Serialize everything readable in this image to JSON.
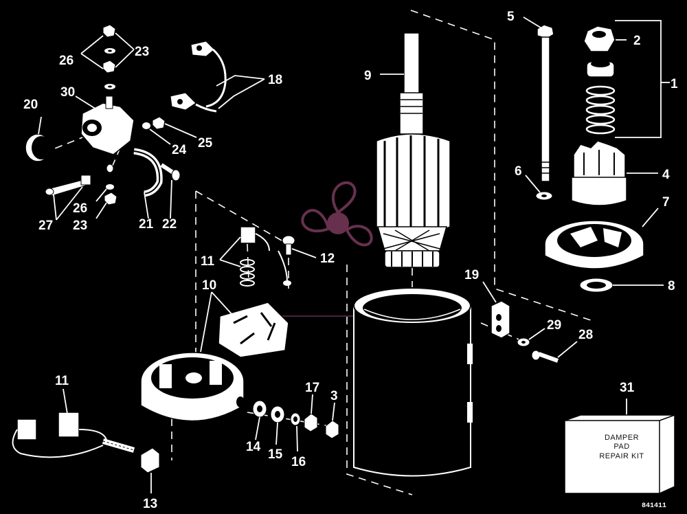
{
  "callouts": [
    "1",
    "2",
    "3",
    "4",
    "5",
    "6",
    "7",
    "8",
    "9",
    "10",
    "11",
    "11",
    "12",
    "13",
    "14",
    "15",
    "16",
    "17",
    "18",
    "19",
    "20",
    "21",
    "22",
    "23",
    "23",
    "24",
    "25",
    "26",
    "26",
    "27",
    "28",
    "29",
    "30",
    "31"
  ],
  "repair_kit": {
    "line1": "DAMPER",
    "line2": "PAD",
    "line3": "REPAIR KIT"
  },
  "drawing_code": "841411",
  "colors": {
    "background": "#000000",
    "lines": "#ffffff",
    "watermark": "#7a3a5c"
  },
  "watermark_icon": "propeller-logo"
}
